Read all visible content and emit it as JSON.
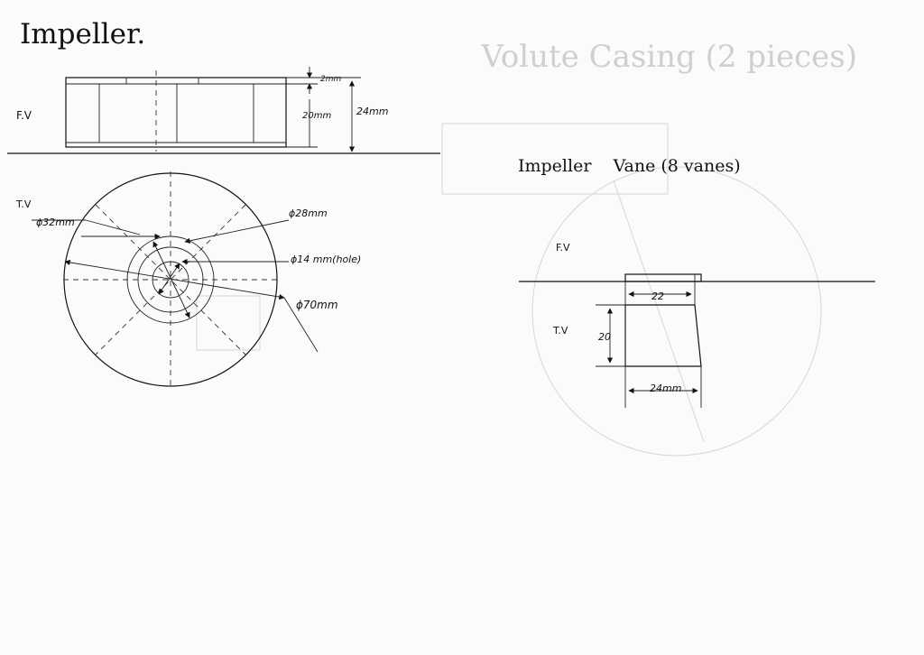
{
  "sheet": {
    "title": "Impeller.",
    "ghost_text": "Volute Casing (2 pieces)"
  },
  "impeller": {
    "fv_label": "F.V",
    "tv_label": "T.V",
    "dims": {
      "top": "2mm",
      "height": "20mm",
      "overall": "24mm",
      "d32": "ϕ32mm",
      "d28": "ϕ28mm",
      "hole": "ϕ14 mm(hole)",
      "d70": "ϕ70mm"
    }
  },
  "vane": {
    "title": "Impeller    Vane (8 vanes)",
    "fv_label": "F.V",
    "tv_label": "T.V",
    "dims": {
      "top": "22",
      "height": "20",
      "bottom": "24mm"
    }
  }
}
